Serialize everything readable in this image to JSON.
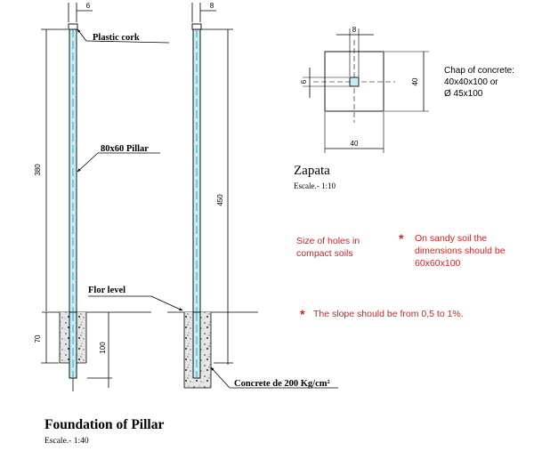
{
  "dimensions": {
    "pillar_width": "6",
    "pillar2_width": "8",
    "pillar1_height": "380",
    "pillar1_embed": "70",
    "footing1_depth": "100",
    "pillar2_height": "450",
    "zapata_hole": "8",
    "zapata_side": "40",
    "zapata_depth": "40",
    "zapata_hole_v": "6"
  },
  "labels": {
    "plastic_cork": "Plastic cork",
    "pillar": "80x60 Pillar",
    "floor_level": "Flor level",
    "concrete": "Concrete de 200 Kg/cm²",
    "chap_line1": "Chap of concrete:",
    "chap_line2": "40x40x100 or",
    "chap_line3": "Ø 45x100"
  },
  "zapata": {
    "title": "Zapata",
    "scale": "Escale.- 1:10"
  },
  "notes": {
    "holes_line1": "Size of holes in",
    "holes_line2": "compact soils",
    "sandy_line1": "On sandy soil the",
    "sandy_line2": "dimensions should be",
    "sandy_line3": "60x60x100",
    "slope": "The slope should be from 0,5 to 1%.",
    "asterisk": "*"
  },
  "footer": {
    "title": "Foundation of Pillar",
    "scale": "Escale.- 1:40"
  },
  "colors": {
    "pillar_fill": "#c8ecf4",
    "pillar_center": "#2aa7c9",
    "note_red": "#d42020"
  }
}
